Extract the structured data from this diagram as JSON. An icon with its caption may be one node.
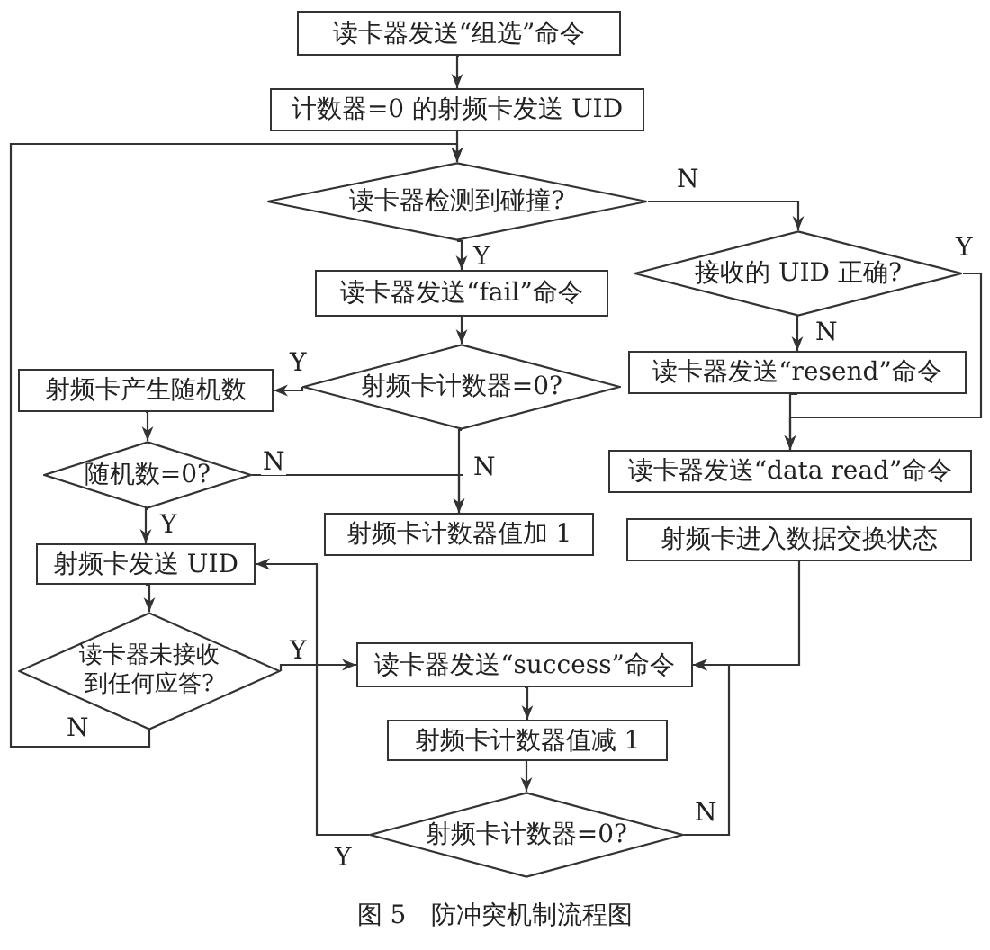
{
  "diagram": {
    "caption": "图 5　防冲突机制流程图",
    "nodes": [
      {
        "text": [
          "读卡器发送“组选”命令"
        ]
      },
      {
        "text": [
          "计数器=0 的射频卡发送 UID"
        ]
      },
      {
        "text": [
          "读卡器检测到碰撞?"
        ]
      },
      {
        "text": [
          "读卡器发送“fail”命令"
        ]
      },
      {
        "text": [
          "接收的 UID 正确?"
        ]
      },
      {
        "text": [
          "射频卡计数器=0?"
        ]
      },
      {
        "text": [
          "射频卡产生随机数"
        ]
      },
      {
        "text": [
          "读卡器发送“resend”命令"
        ]
      },
      {
        "text": [
          "随机数=0?"
        ]
      },
      {
        "text": [
          "读卡器发送“data read”命令"
        ]
      },
      {
        "text": [
          "射频卡计数器值加 1"
        ]
      },
      {
        "text": [
          "射频卡进入数据交换状态"
        ]
      },
      {
        "text": [
          "射频卡发送 UID"
        ]
      },
      {
        "text": [
          "读卡器未接收到任何应答?"
        ]
      },
      {
        "text": [
          "读卡器发送“success”命令"
        ]
      },
      {
        "text": [
          "射频卡计数器值减 1"
        ]
      },
      {
        "text": [
          "射频卡计数器=0?"
        ]
      }
    ],
    "edges": [
      {
        "from": 0,
        "to": 1,
        "arrow": "to"
      },
      {
        "from": 1,
        "to": 2,
        "arrow": "to"
      },
      {
        "from": 2,
        "to": 3,
        "arrow": "to",
        "label": "Y"
      },
      {
        "from": 2,
        "to": 4,
        "arrow": "to",
        "label": "N"
      },
      {
        "from": 3,
        "to": 5,
        "arrow": "to"
      },
      {
        "from": 5,
        "to": 6,
        "arrow": "to",
        "label": "Y"
      },
      {
        "from": 5,
        "to": 10,
        "arrow": "to",
        "label": "N"
      },
      {
        "from": 4,
        "to": 7,
        "arrow": "to",
        "label": "N"
      },
      {
        "from": 4,
        "to": 9,
        "arrow": "to",
        "label": "Y"
      },
      {
        "from": 7,
        "to": 9,
        "arrow": "to"
      },
      {
        "from": 6,
        "to": 8,
        "arrow": "to"
      },
      {
        "from": 8,
        "to": 10,
        "arrow": "to",
        "label": "N"
      },
      {
        "from": 8,
        "to": 12,
        "arrow": "to",
        "label": "Y"
      },
      {
        "from": 12,
        "to": 13,
        "arrow": "to"
      },
      {
        "from": 13,
        "to": 14,
        "arrow": "to",
        "label": "Y"
      },
      {
        "from": 13,
        "to": 2,
        "arrow": "to",
        "label": "N"
      },
      {
        "from": 11,
        "to": 14,
        "arrow": "to"
      },
      {
        "from": 14,
        "to": 15,
        "arrow": "to"
      },
      {
        "from": 15,
        "to": 16,
        "arrow": "to"
      },
      {
        "from": 16,
        "to": 14,
        "arrow": "to",
        "label": "N"
      },
      {
        "from": 16,
        "to": 12,
        "arrow": "to",
        "label": "Y"
      }
    ]
  }
}
